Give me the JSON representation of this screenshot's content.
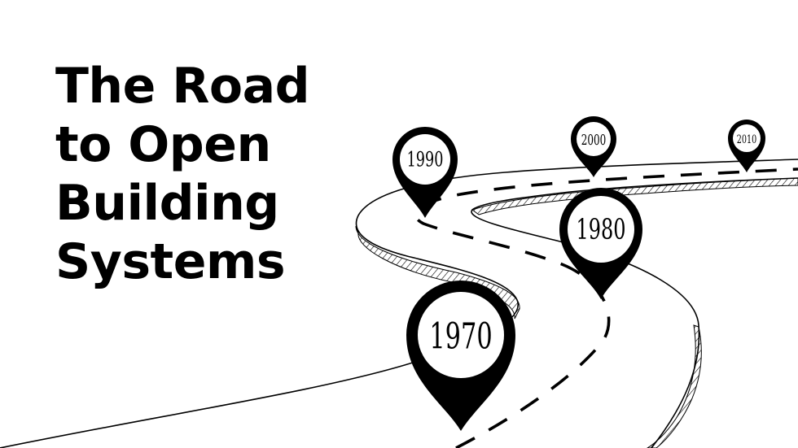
{
  "title": {
    "lines": [
      "The Road",
      "to Open",
      "Building",
      "Systems"
    ]
  },
  "milestones": [
    {
      "label": "1970",
      "icon": "map-pin-icon"
    },
    {
      "label": "1980",
      "icon": "map-pin-icon"
    },
    {
      "label": "1990",
      "icon": "map-pin-icon"
    },
    {
      "label": "2000",
      "icon": "map-pin-icon"
    },
    {
      "label": "2010",
      "icon": "map-pin-icon"
    }
  ],
  "colors": {
    "ink": "#000000",
    "background": "#ffffff"
  }
}
